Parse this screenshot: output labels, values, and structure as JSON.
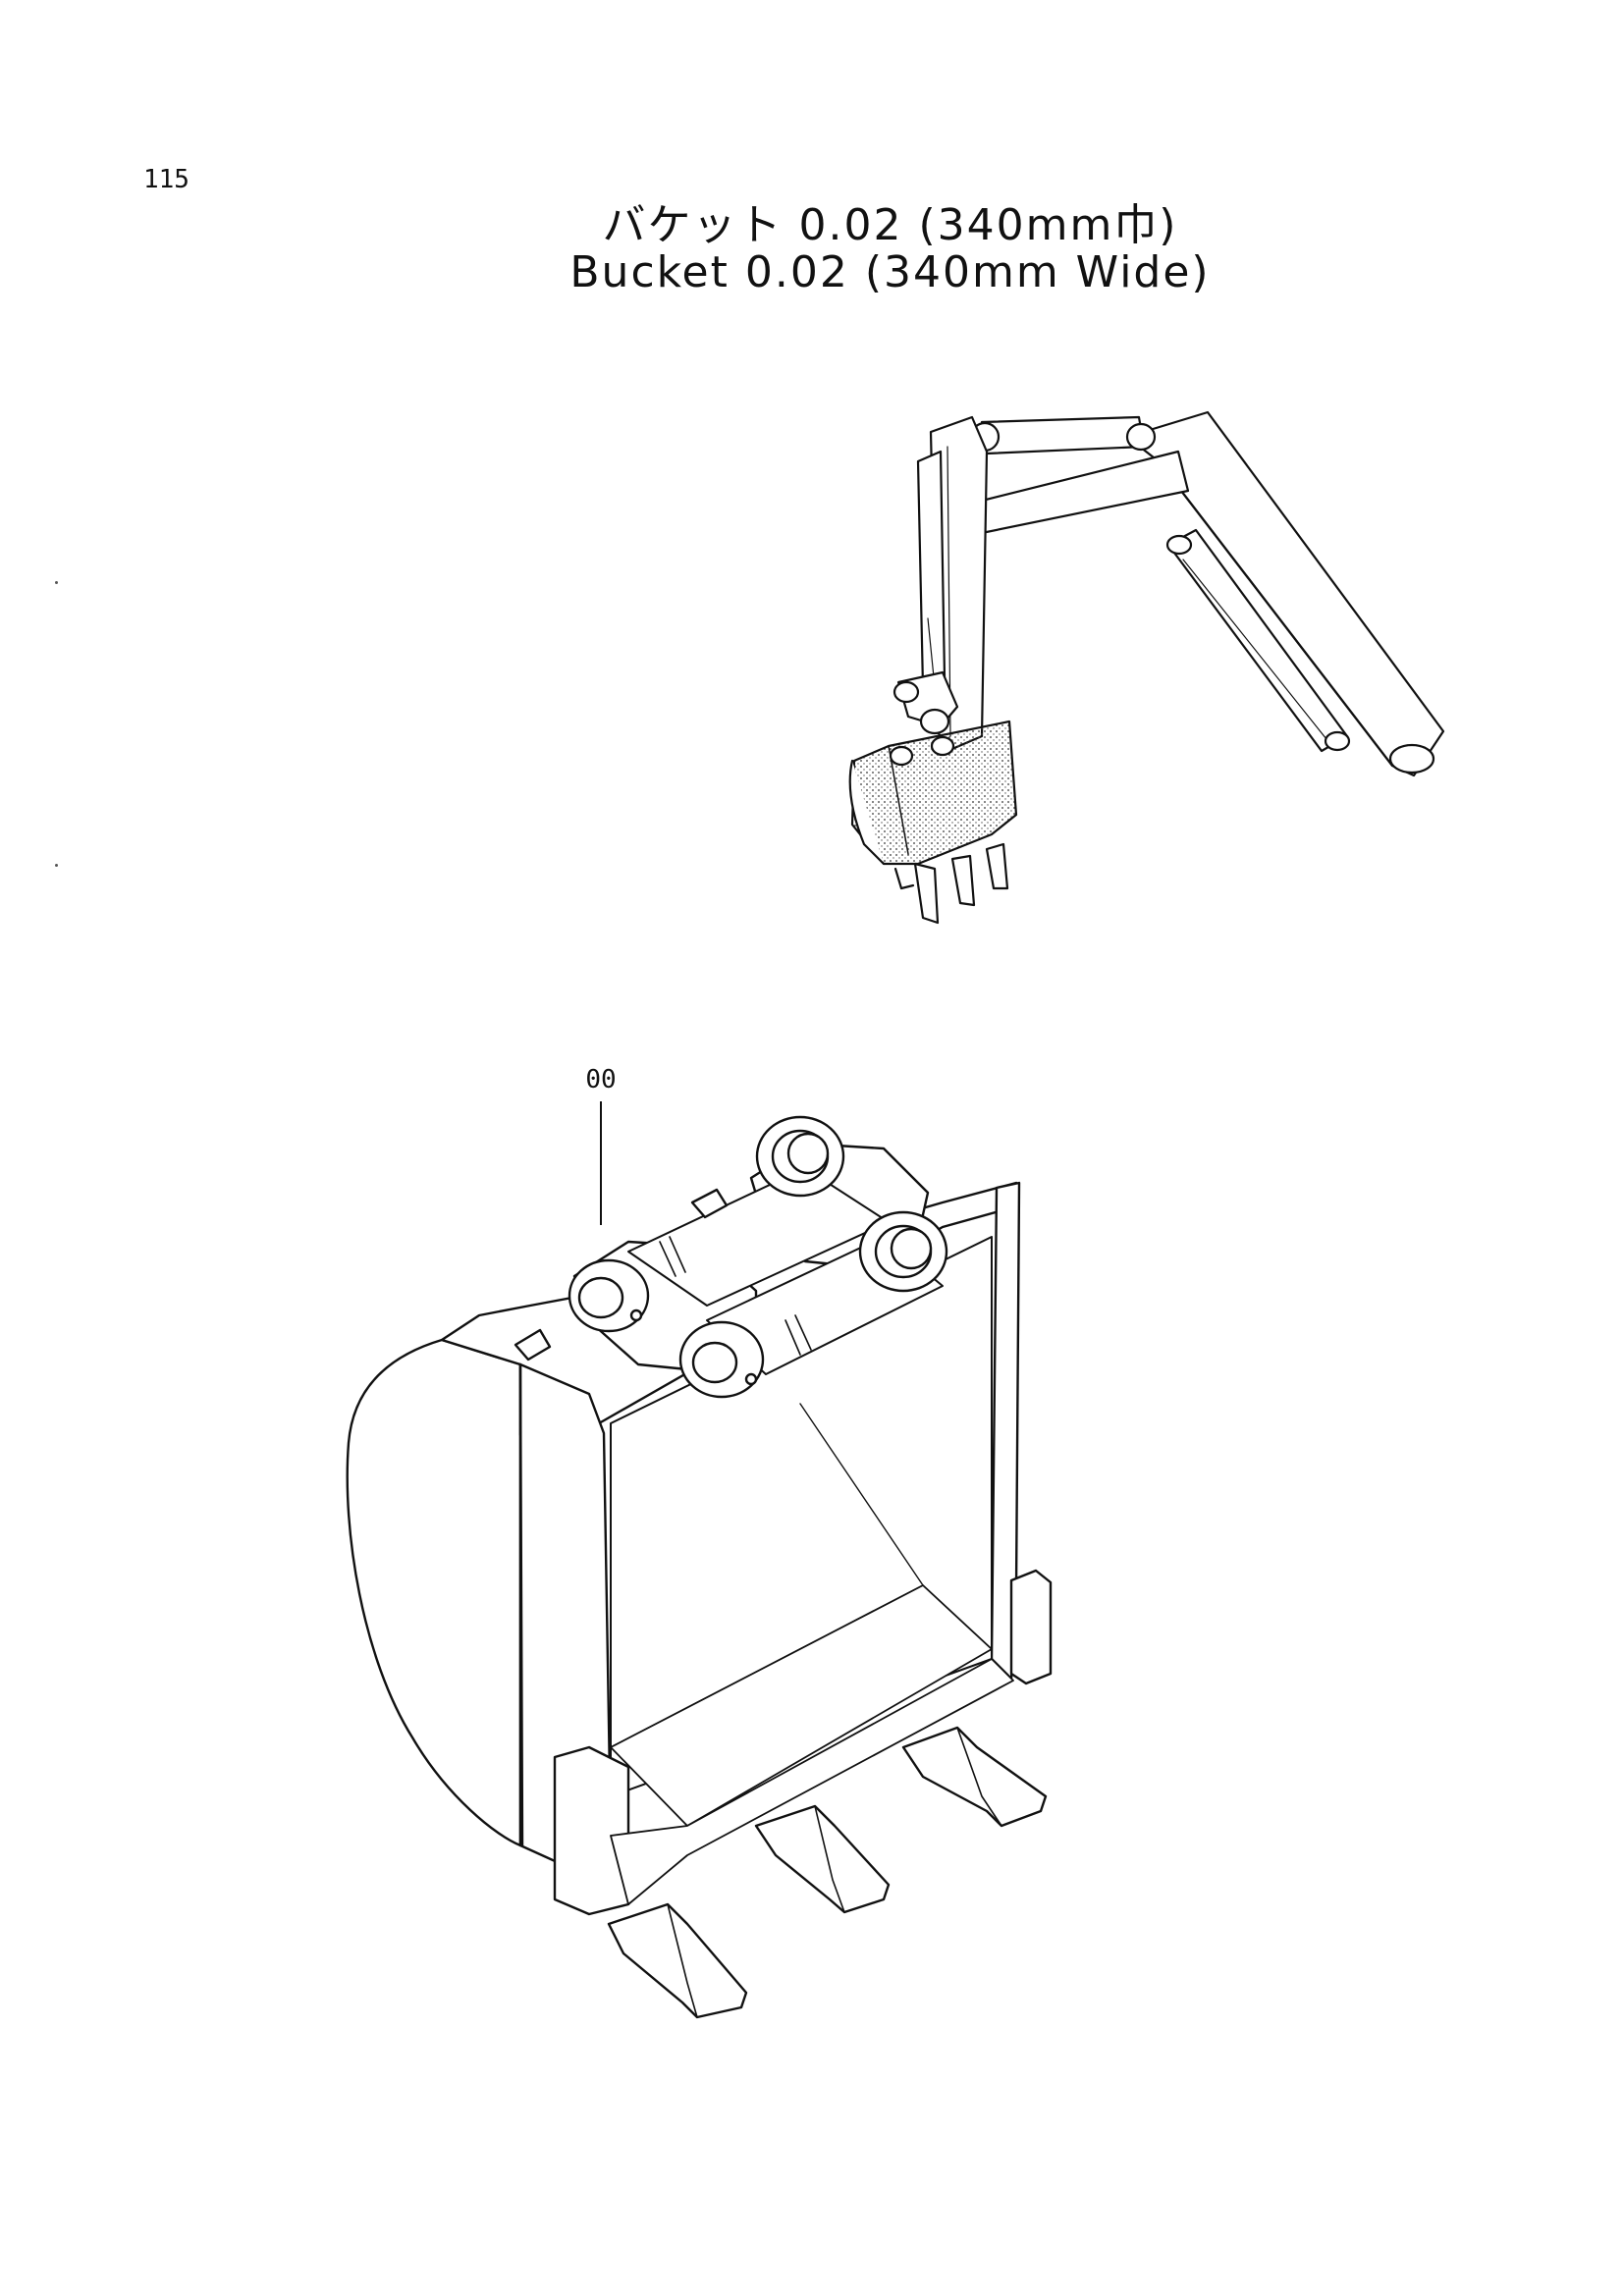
{
  "page": {
    "number": "115"
  },
  "title": {
    "japanese": "バケット 0.02 (340mm巾)",
    "english": "Bucket 0.02 (340mm Wide)"
  },
  "diagram": {
    "part_callout": "00"
  }
}
